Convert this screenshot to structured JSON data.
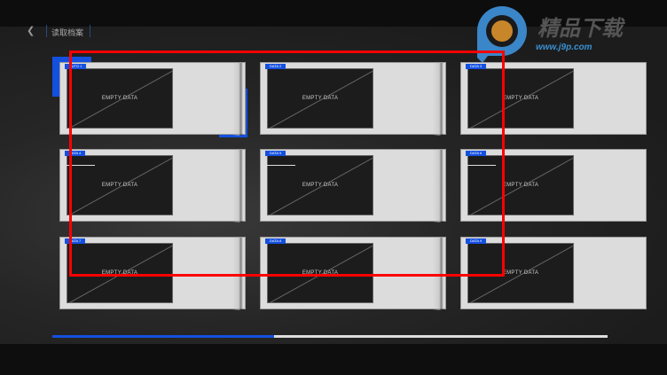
{
  "header": {
    "back_icon": "chevron-left-icon",
    "title": "读取档案"
  },
  "slots": [
    {
      "badge": "AUTO 1",
      "label": "EMPTY DATA"
    },
    {
      "badge": "DATA 2",
      "label": "EMPTY DATA"
    },
    {
      "badge": "DATA 3",
      "label": "EMPTY DATA"
    },
    {
      "badge": "DATA 4",
      "label": "EMPTY DATA"
    },
    {
      "badge": "DATA 5",
      "label": "EMPTY DATA"
    },
    {
      "badge": "DATA 6",
      "label": "EMPTY DATA"
    },
    {
      "badge": "DATA 7",
      "label": "EMPTY DATA"
    },
    {
      "badge": "DATA 8",
      "label": "EMPTY DATA"
    },
    {
      "badge": "DATA 9",
      "label": "EMPTY DATA"
    }
  ],
  "page_progress": 0.4,
  "watermark": {
    "brand": "精品下载",
    "url": "www.j9p.com"
  },
  "colors": {
    "accent": "#1450e0",
    "highlight": "#ff0000"
  }
}
